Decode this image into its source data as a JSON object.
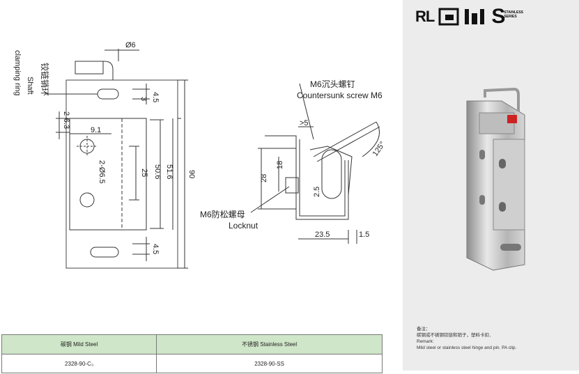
{
  "drawing": {
    "front_view": {
      "dim_pin_diameter": "Ø6",
      "dim_ring_gap": "3",
      "dim_slot_top": "4.5",
      "dim_holes": "2-6.3",
      "dim_x": "9.1",
      "dim_hole_dia": "2-Ø6.5",
      "dim_pitch": "25",
      "dim_inner": "50.6",
      "dim_outer": "51.6",
      "dim_total": "90",
      "dim_slot_bottom": "4.5",
      "label_ring_cn": "铰链销环",
      "label_ring_en_1": "Shaft",
      "label_ring_en_2": "clamping ring"
    },
    "side_view": {
      "screw_cn": "M6沉头螺钉",
      "screw_en": "Countersunk screw M6",
      "dim_gap": ">5",
      "dim_angle": "125°",
      "dim_28": "28",
      "dim_18": "18",
      "dim_25": "2.5",
      "nut_cn": "M6防松螺母",
      "nut_en": "Locknut",
      "dim_235": "23.5",
      "dim_15": "1.5"
    }
  },
  "badges": {
    "rl": "RL",
    "stainless_line1": "STAINLESS",
    "stainless_line2": "SERIES",
    "s": "S"
  },
  "remark": {
    "cn_title": "备注：",
    "cn_text": "碳钢或不锈钢铰链和销子，塑料卡扣．",
    "en_title": "Remark:",
    "en_text": "Mild steel or stainless steel hinge and pin. PA clip."
  },
  "table": {
    "headers": [
      "碳钢 Mild Steel",
      "不锈钢 Stainless Steel"
    ],
    "rows": [
      [
        "2328-90-C₃",
        "2328-90-SS"
      ]
    ]
  }
}
